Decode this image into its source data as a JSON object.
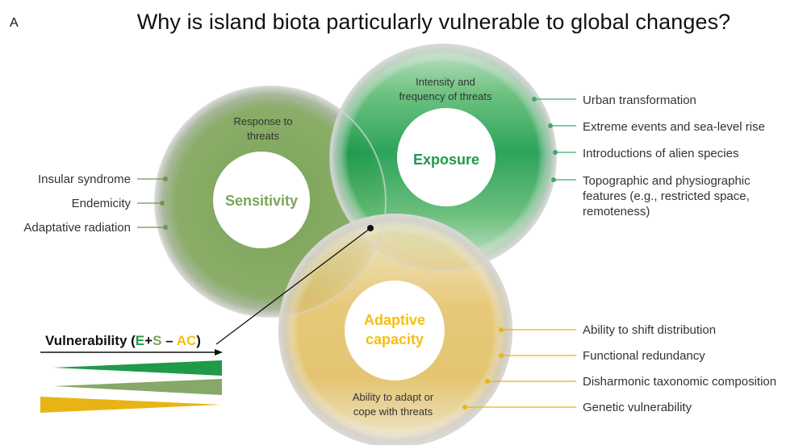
{
  "panel_letter": "A",
  "title": "Why is island biota particularly vulnerable to global changes?",
  "colors": {
    "exposure": "#1f9a49",
    "sensitivity": "#7ea45a",
    "adaptive": "#e0b13c",
    "adaptive_text": "#f5bf0f",
    "line_exposure": "#3daa6a",
    "line_sensitivity": "#6f964e",
    "line_adaptive": "#e8b414"
  },
  "circles": {
    "sensitivity": {
      "label": "Sensitivity",
      "caption_lines": [
        "Response to",
        "threats"
      ],
      "drivers": [
        "Insular syndrome",
        "Endemicity",
        "Adaptative radiation"
      ]
    },
    "exposure": {
      "label": "Exposure",
      "caption_lines": [
        "Intensity and",
        "frequency of threats"
      ],
      "drivers": [
        {
          "lines": [
            "Urban transformation"
          ]
        },
        {
          "lines": [
            "Extreme events and sea-level rise"
          ]
        },
        {
          "lines": [
            "Introductions of alien species"
          ]
        },
        {
          "lines": [
            "Topographic and physiographic",
            "features (e.g., restricted space,",
            "remoteness)"
          ]
        }
      ]
    },
    "adaptive": {
      "label_lines": [
        "Adaptive",
        "capacity"
      ],
      "caption_lines": [
        "Ability to adapt or",
        "cope with threats"
      ],
      "drivers": [
        "Ability to shift distribution",
        "Functional redundancy",
        "Disharmonic taxonomic composition",
        "Genetic vulnerability"
      ]
    }
  },
  "vulnerability": {
    "prefix": "Vulnerability (",
    "e": "E",
    "plus": "+",
    "s": "S",
    "minus": " – ",
    "ac": "AC",
    "suffix": ")"
  }
}
